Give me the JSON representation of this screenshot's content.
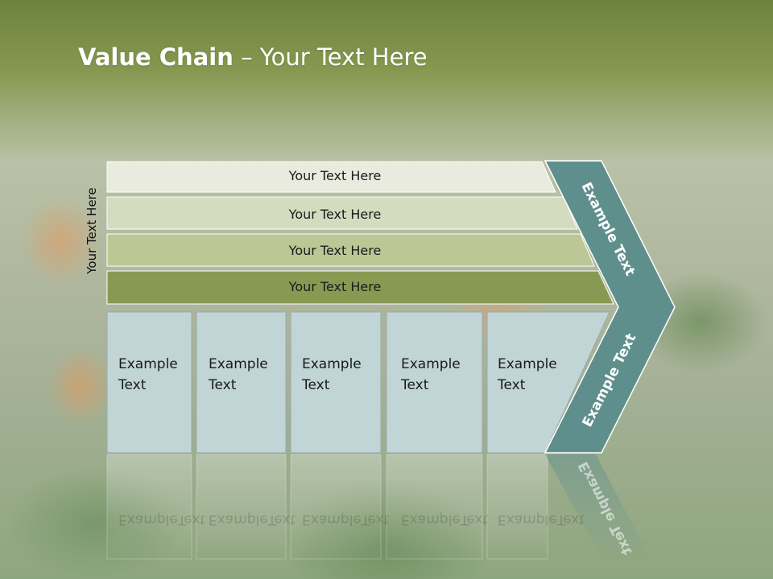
{
  "title": {
    "bold": "Value Chain",
    "rest": " – Your Text Here"
  },
  "side_label": "Your Text Here",
  "bands": [
    {
      "label": "Your Text Here",
      "color": "#e8ebde"
    },
    {
      "label": "Your Text Here",
      "color": "#d4dbbf"
    },
    {
      "label": "Your Text Here",
      "color": "#bcc795"
    },
    {
      "label": "Your Text Here",
      "color": "#889a52"
    }
  ],
  "boxes": [
    {
      "line1": "Example",
      "line2": "Text"
    },
    {
      "line1": "Example",
      "line2": "Text"
    },
    {
      "line1": "Example",
      "line2": "Text"
    },
    {
      "line1": "Example",
      "line2": "Text"
    },
    {
      "line1": "Example",
      "line2": "Text"
    }
  ],
  "arrow": {
    "upper_label": "Example Text",
    "lower_label": "Example Text",
    "color": "#5f8f8d"
  },
  "box_color": "#c2d5d6"
}
